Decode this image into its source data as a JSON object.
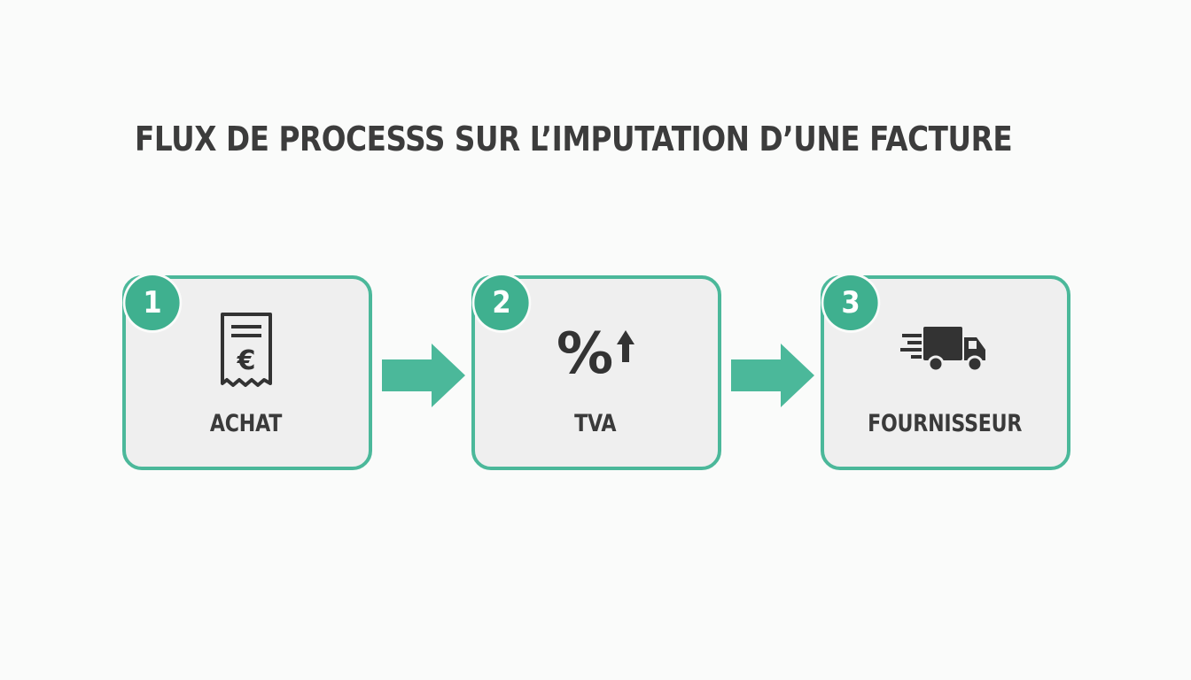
{
  "title": "FLUX DE PROCESSS SUR L’IMPUTATION D’UNE FACTURE",
  "colors": {
    "accent": "#4bb89a",
    "badge": "#3fb08f",
    "card_bg": "#efefef",
    "text": "#3a3a3a"
  },
  "steps": [
    {
      "number": "1",
      "label": "ACHAT",
      "icon": "euro-receipt-icon"
    },
    {
      "number": "2",
      "label": "TVA",
      "icon": "percent-up-icon"
    },
    {
      "number": "3",
      "label": "FOURNISSEUR",
      "icon": "delivery-truck-icon"
    }
  ],
  "arrows": [
    {
      "icon": "arrow-right-icon"
    },
    {
      "icon": "arrow-right-icon"
    }
  ]
}
